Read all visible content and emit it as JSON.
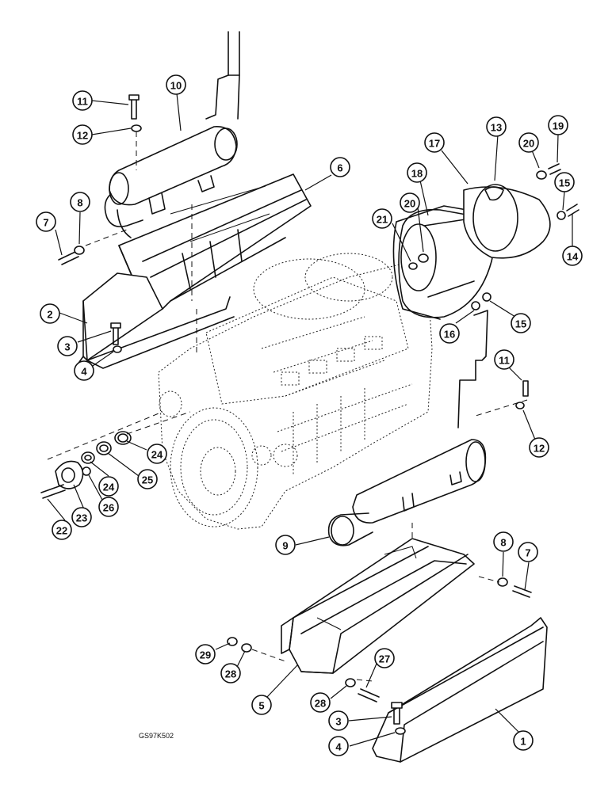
{
  "figure_code": "GS97K502",
  "callouts": [
    {
      "label": "10"
    },
    {
      "label": "11"
    },
    {
      "label": "12"
    },
    {
      "label": "6"
    },
    {
      "label": "8"
    },
    {
      "label": "7"
    },
    {
      "label": "2"
    },
    {
      "label": "3"
    },
    {
      "label": "4"
    },
    {
      "label": "17"
    },
    {
      "label": "13"
    },
    {
      "label": "20"
    },
    {
      "label": "19"
    },
    {
      "label": "18"
    },
    {
      "label": "15"
    },
    {
      "label": "20"
    },
    {
      "label": "21"
    },
    {
      "label": "14"
    },
    {
      "label": "16"
    },
    {
      "label": "15"
    },
    {
      "label": "11"
    },
    {
      "label": "12"
    },
    {
      "label": "24"
    },
    {
      "label": "25"
    },
    {
      "label": "24"
    },
    {
      "label": "26"
    },
    {
      "label": "23"
    },
    {
      "label": "22"
    },
    {
      "label": "9"
    },
    {
      "label": "8"
    },
    {
      "label": "7"
    },
    {
      "label": "29"
    },
    {
      "label": "28"
    },
    {
      "label": "27"
    },
    {
      "label": "5"
    },
    {
      "label": "28"
    },
    {
      "label": "3"
    },
    {
      "label": "4"
    },
    {
      "label": "1"
    }
  ]
}
